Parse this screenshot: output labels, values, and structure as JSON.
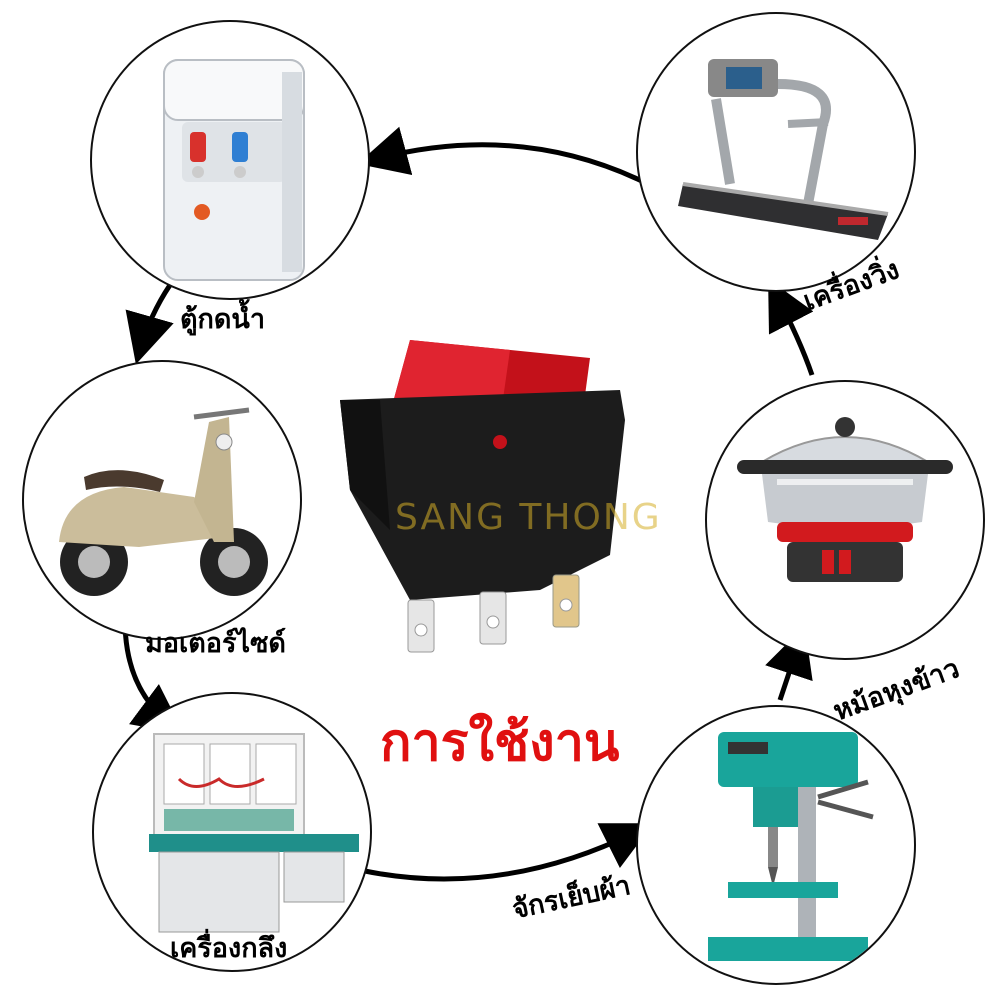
{
  "title": "การใช้งาน",
  "watermark": "SANG THONG",
  "items": [
    {
      "label": "ตู้กดน้ำ",
      "icon": "water-dispenser-icon"
    },
    {
      "label": "เครื่องวิ่ง",
      "icon": "treadmill-icon"
    },
    {
      "label": "มอเตอร์ไซด์",
      "icon": "motorcycle-icon"
    },
    {
      "label": "หม้อหุงข้าว",
      "icon": "rice-cooker-icon"
    },
    {
      "label": "เครื่องกลึง",
      "icon": "lathe-bench-icon"
    },
    {
      "label": "จักรเย็บผ้า",
      "icon": "drill-press-icon"
    }
  ],
  "center_product": {
    "icon": "rocker-switch-icon",
    "accent": "#d4141c"
  },
  "colors": {
    "title": "#e01010",
    "arrow": "#000000",
    "border": "#111111"
  }
}
